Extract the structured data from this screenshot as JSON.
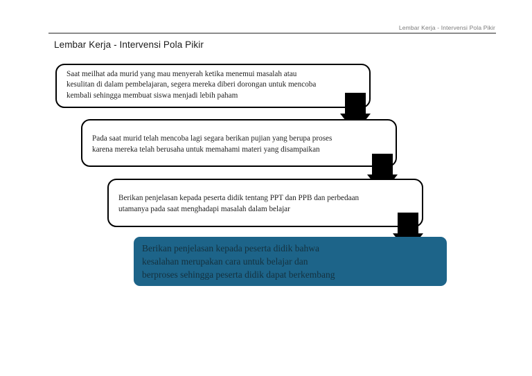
{
  "header": {
    "running_title": "Lembar Kerja - Intervensi Pola Pikir"
  },
  "document": {
    "title": "Lembar Kerja - Intervensi Pola Pikir"
  },
  "colors": {
    "highlight_fill": "#1d6489",
    "highlight_text": "#14313f",
    "box_border": "#000000",
    "arrow_fill": "#000000",
    "header_rule": "#8c8c8c",
    "header_text": "#7a7a7a"
  },
  "flow": {
    "steps": [
      {
        "id": "step-1",
        "text": "Saat meilhat ada murid yang mau menyerah ketika menemui masalah atau\nkesulitan di dalam pembelajaran, segera mereka diberi dorongan untuk mencoba\nkembali sehingga membuat siswa menjadi lebih paham"
      },
      {
        "id": "step-2",
        "text": "Pada saat murid telah mencoba lagi segara berikan pujian yang berupa proses\nkarena mereka telah berusaha untuk memahami materi yang disampaikan"
      },
      {
        "id": "step-3",
        "text": "Berikan penjelasan kepada peserta didik tentang PPT dan PPB dan perbedaan\nutamanya pada saat menghadapi masalah dalam belajar"
      },
      {
        "id": "step-4",
        "text": "Berikan penjelasan kepada peserta didik bahwa\nkesalahan merupakan cara untuk belajar dan\nberproses sehingga peserta didik dapat berkembang"
      }
    ],
    "connectors": [
      {
        "id": "connector-1",
        "icon": "down-arrow-icon"
      },
      {
        "id": "connector-2",
        "icon": "down-arrow-icon"
      },
      {
        "id": "connector-3",
        "icon": "down-arrow-icon"
      }
    ]
  }
}
